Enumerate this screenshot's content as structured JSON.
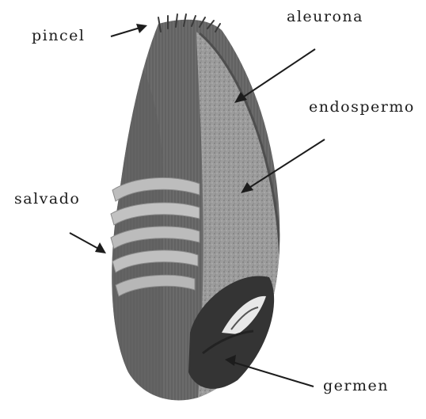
{
  "labels": {
    "pincel": "pincel",
    "aleurona": "aleurona",
    "endospermo": "endospermo",
    "salvado": "salvado",
    "germen": "germen"
  },
  "colors": {
    "outer_layer": "#6d6d6d",
    "endosperm": "#9a9a9a",
    "bran_bands": "#b9b9b9",
    "germ": "#2f2f2f",
    "arrow": "#1c1c1c",
    "text": "#1c1c1c"
  }
}
